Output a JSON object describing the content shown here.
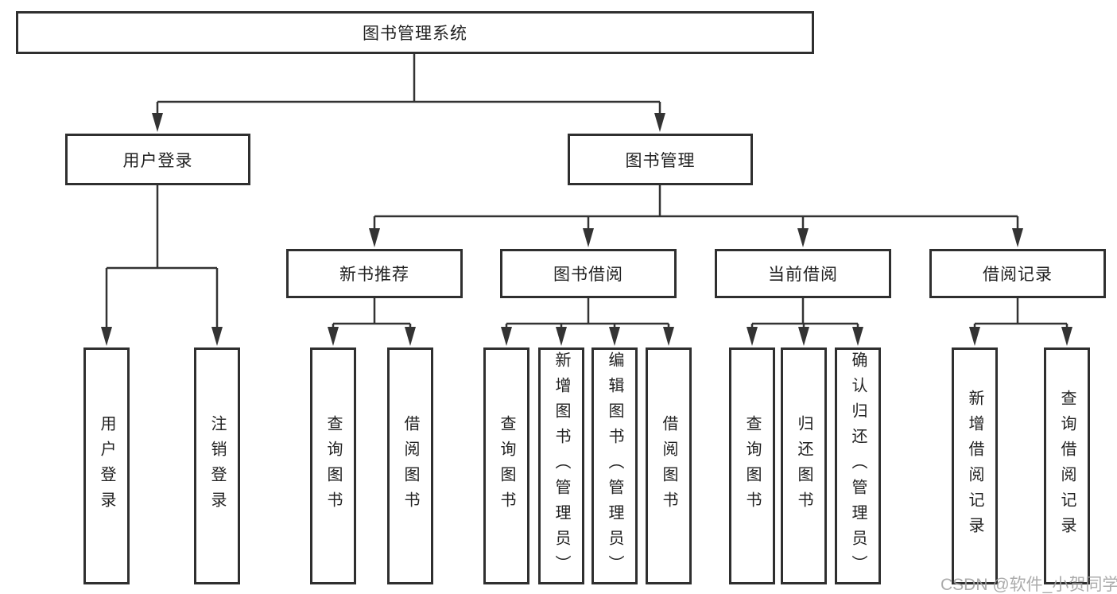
{
  "diagram": {
    "title": "图书管理系统",
    "tree": {
      "root": {
        "label": "图书管理系统"
      },
      "user_login": {
        "label": "用户登录",
        "children": [
          "用户登录",
          "注销登录"
        ]
      },
      "book_management": {
        "label": "图书管理",
        "sections": {
          "new_book_recommendation": {
            "label": "新书推荐",
            "children": [
              "查询图书",
              "借阅图书"
            ]
          },
          "book_borrowing": {
            "label": "图书借阅",
            "children": [
              "查询图书",
              "新增图书（管理员）",
              "编辑图书（管理员）",
              "借阅图书"
            ]
          },
          "current_borrowing": {
            "label": "当前借阅",
            "children": [
              "查询图书",
              "归还图书",
              "确认归还（管理员）"
            ]
          },
          "borrowing_records": {
            "label": "借阅记录",
            "children": [
              "新增借阅记录",
              "查询借阅记录"
            ]
          }
        }
      }
    },
    "colors": {
      "line": "#333333",
      "box_border": "#2f2f2f",
      "box_fill": "#ffffff",
      "text": "#222222",
      "watermark": "#a2a2a2",
      "background": "#ffffff"
    }
  },
  "watermark": {
    "text": "CSDN @软件_小贺同学"
  }
}
